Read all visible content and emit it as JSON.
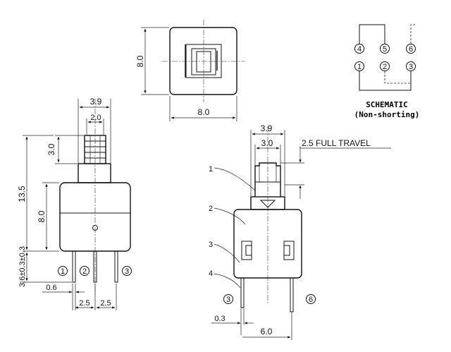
{
  "top_view": {
    "dim_width": "8.0",
    "dim_height": "8.0"
  },
  "schematic": {
    "pins_top": [
      "4",
      "5",
      "6"
    ],
    "pins_bottom": [
      "1",
      "2",
      "3"
    ],
    "title": "SCHEMATIC",
    "subtitle": "(Non-shorting)"
  },
  "front_view": {
    "dim_top_width": "3.9",
    "dim_inner_width": "2.0",
    "dim_plunger_height": "3.0",
    "dim_total_height": "13.5",
    "dim_body_height": "8.0",
    "dim_pin_length": "3.6±0.3±0.3",
    "dim_pin_width": "0.6",
    "dim_pitch_left": "2.5",
    "dim_pitch_right": "2.5",
    "pin_labels": [
      "1",
      "2",
      "3"
    ]
  },
  "side_view": {
    "dim_top_width": "3.9",
    "dim_inner_width": "3.0",
    "travel_label": "2.5 FULL TRAVEL",
    "callouts": [
      "1",
      "2",
      "3",
      "4"
    ],
    "pin_labels": [
      "3",
      "6"
    ],
    "dim_pin_thickness": "0.3",
    "dim_pin_span": "6.0"
  }
}
